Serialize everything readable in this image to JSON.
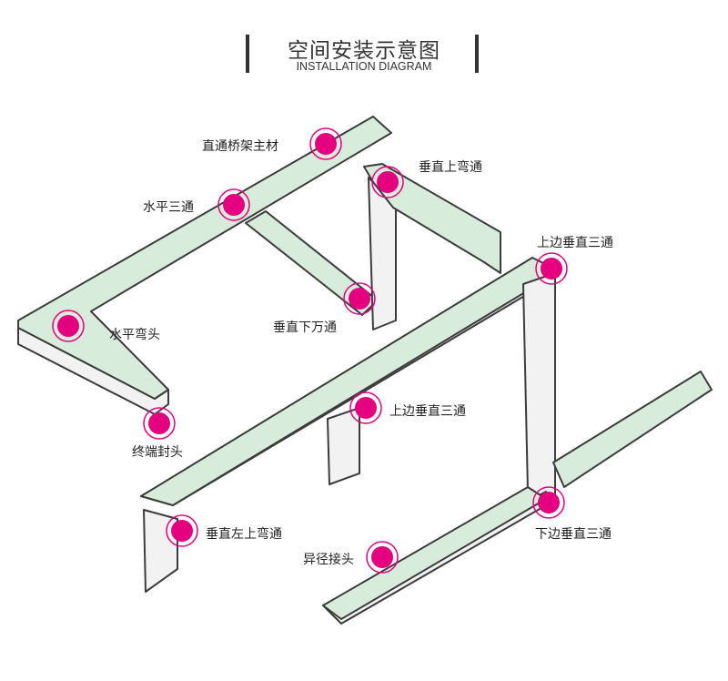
{
  "title": {
    "cn": "空间安装示意图",
    "en": "INSTALLATION DIAGRAM"
  },
  "colors": {
    "marker": "#e4007f",
    "tray_fill": "#d8ecdc",
    "outline": "#3c3c3c"
  },
  "labels": [
    {
      "id": "straight-tray",
      "text": "直通桥架主材"
    },
    {
      "id": "vertical-up-elbow",
      "text": "垂直上弯通"
    },
    {
      "id": "horizontal-tee",
      "text": "水平三通"
    },
    {
      "id": "upper-vertical-tee-1",
      "text": "上边垂直三通"
    },
    {
      "id": "vertical-down-elbow",
      "text": "垂直下万通"
    },
    {
      "id": "horizontal-elbow",
      "text": "水平弯头"
    },
    {
      "id": "upper-vertical-tee-2",
      "text": "上边垂直三通"
    },
    {
      "id": "end-cap",
      "text": "终端封头"
    },
    {
      "id": "vertical-left-up-elbow",
      "text": "垂直左上弯通"
    },
    {
      "id": "reducer",
      "text": "异径接头"
    },
    {
      "id": "lower-vertical-tee",
      "text": "下边垂直三通"
    }
  ]
}
